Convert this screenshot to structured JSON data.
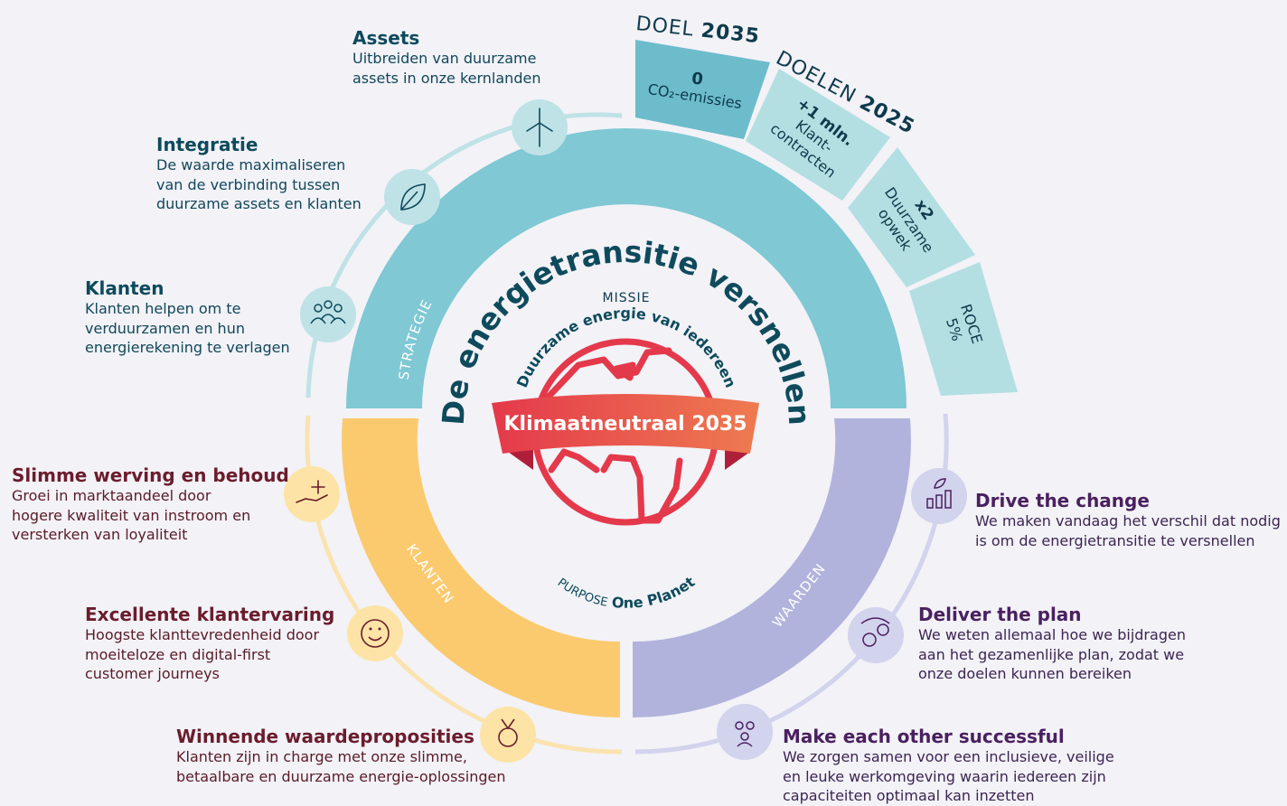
{
  "goal_2035": {
    "label": "DOEL",
    "year": "2035",
    "value": "0",
    "unit_line": "CO₂-emissies"
  },
  "goals_2025": {
    "label": "DOELEN",
    "year": "2025",
    "items": [
      {
        "value": "+1 mln.",
        "line1": "Klant-",
        "line2": "contracten"
      },
      {
        "value": "x2",
        "line1": "Duurzame",
        "line2": "opwek"
      },
      {
        "value": "ROCE",
        "line1": "5%"
      }
    ]
  },
  "rings": {
    "strategy_label": "STRATEGIE",
    "strategy_title": "De energietransitie versnellen",
    "customers_label": "KLANTEN",
    "values_label": "WAARDEN"
  },
  "center": {
    "mission_label": "MISSIE",
    "mission": "Duurzame energie van iedereen",
    "banner": "Klimaatneutraal 2035",
    "purpose_label": "PURPOSE",
    "purpose": "One Planet"
  },
  "strategy_items": [
    {
      "title": "Assets",
      "lines": [
        "Uitbreiden van duurzame",
        "assets in onze kernlanden"
      ],
      "icon": "wind-turbine-icon"
    },
    {
      "title": "Integratie",
      "lines": [
        "De waarde maximaliseren",
        "van de verbinding tussen",
        "duurzame assets en klanten"
      ],
      "icon": "leaf-icon"
    },
    {
      "title": "Klanten",
      "lines": [
        "Klanten helpen om te",
        "verduurzamen en hun",
        "energierekening te verlagen"
      ],
      "icon": "people-group-icon"
    }
  ],
  "customer_items": [
    {
      "title": "Slimme werving en behoud",
      "lines": [
        "Groei in marktaandeel door",
        "hogere kwaliteit van instroom en",
        "versterken van loyaliteit"
      ],
      "icon": "hand-plus-icon"
    },
    {
      "title": "Excellente klantervaring",
      "lines": [
        "Hoogste klanttevredenheid door",
        "moeiteloze en digital-first",
        "customer journeys"
      ],
      "icon": "smiley-icon"
    },
    {
      "title": "Winnende waardeproposities",
      "lines": [
        "Klanten zijn in charge met onze slimme,",
        "betaalbare en duurzame energie-oplossingen"
      ],
      "icon": "medal-icon"
    }
  ],
  "value_items": [
    {
      "title": "Drive the change",
      "lines": [
        "We maken vandaag het verschil dat nodig",
        "is om de energietransitie te versnellen"
      ],
      "icon": "growth-chart-icon"
    },
    {
      "title": "Deliver the plan",
      "lines": [
        "We weten allemaal hoe we bijdragen",
        "aan het gezamenlijke plan, zodat we",
        "onze doelen kunnen bereiken"
      ],
      "icon": "gears-icon"
    },
    {
      "title": "Make each other successful",
      "lines": [
        "We zorgen samen voor een inclusieve, veilige",
        "en leuke werkomgeving waarin iedereen zijn",
        "capaciteiten optimaal kan inzetten"
      ],
      "icon": "team-icon"
    }
  ],
  "colors": {
    "background": "#f2f2f7",
    "strategy_ring": "#7fc8d4",
    "goal_2035": "#6cbccc",
    "goals_2025": "#b3dfe2",
    "customers_ring": "#fbca6e",
    "values_ring": "#b1b3dc",
    "accent_red": "#e4394b",
    "dark_teal": "#0e4a5c"
  }
}
